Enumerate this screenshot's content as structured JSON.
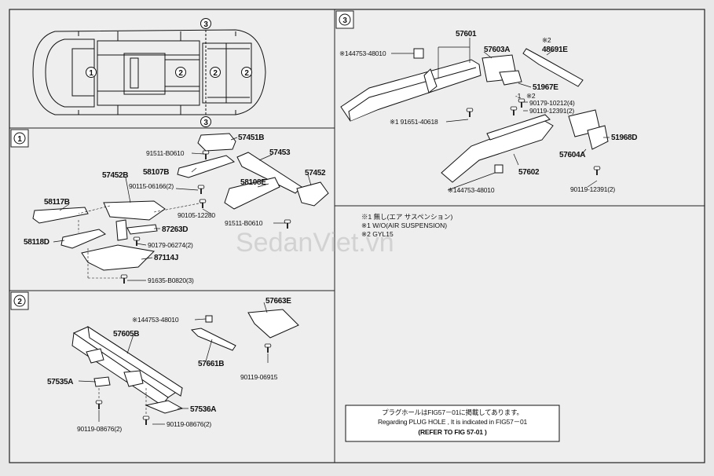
{
  "watermark": "SedanViet.vn",
  "overview": {
    "markers": [
      "3",
      "1",
      "2",
      "2",
      "2",
      "3"
    ]
  },
  "section1": {
    "title": "1",
    "labels": {
      "p57451B": "57451B",
      "p91511a": "91511-B0610",
      "p58107B": "58107B",
      "p57453": "57453",
      "p57452B": "57452B",
      "p90115": "90115-06166(2)",
      "p58108E": "58108E",
      "p57452": "57452",
      "p58117B": "58117B",
      "p90105": "90105-12280",
      "p91511b": "91511-B0610",
      "p87263D": "87263D",
      "p58118D": "58118D",
      "p90179": "90179-06274(2)",
      "p87114J": "87114J",
      "p91635": "91635-B0820(3)"
    }
  },
  "section2": {
    "title": "2",
    "labels": {
      "p144753": "※144753-48010",
      "p57663E": "57663E",
      "p57605B": "57605B",
      "p57661B": "57661B",
      "p90119a": "90119-06915",
      "p57535A": "57535A",
      "p57536A": "57536A",
      "p90119b": "90119-08676(2)",
      "p90119c": "90119-08676(2)"
    }
  },
  "section3": {
    "title": "3",
    "labels": {
      "p57601": "57601",
      "p44753a": "※144753-48010",
      "star2a": "※2",
      "p48691E": "48691E",
      "p57603A": "57603A",
      "p51967E": "51967E",
      "star2b": "※2",
      "one": "-1",
      "p90179": "90179-10212(4)",
      "p90119a": "90119-12391(2)",
      "p91651": "※1 91651-40618",
      "p51968D": "51968D",
      "p57604A": "57604A",
      "p57602": "57602",
      "p44753b": "※144753-48010",
      "p90119b": "90119-12391(2)"
    }
  },
  "notes": [
    "※1 無し(エア サスペンション)",
    "※1 W/O(AIR SUSPENSION)",
    "※2 GYL15"
  ],
  "reference": {
    "line1": "プラグホールはFIG57－01に掲載してあります。",
    "line2": "Regarding PLUG HOLE , It is indicated in FIG57－01",
    "line3": "(REFER TO FIG 57-01 )"
  }
}
